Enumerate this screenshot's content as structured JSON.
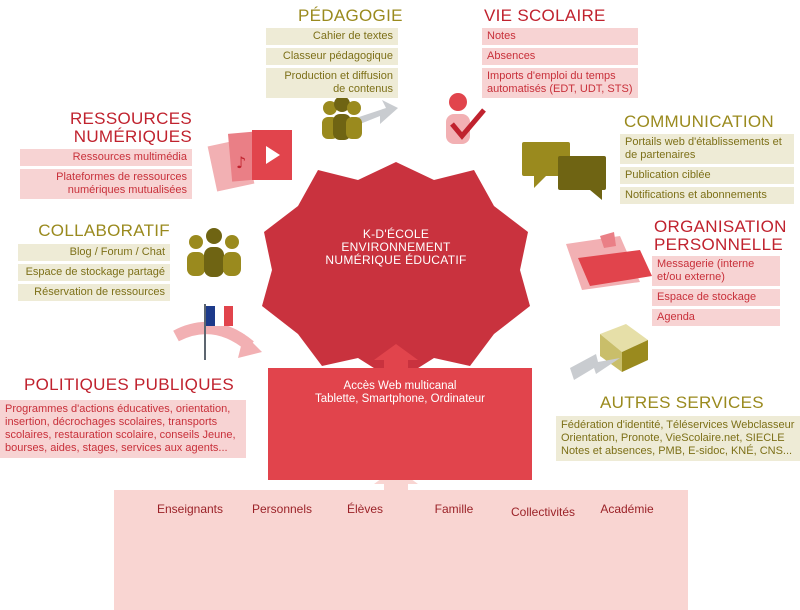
{
  "center": {
    "line1": "K-D'ÉCOLE",
    "line2": "ENVIRONNEMENT",
    "line3": "NUMÉRIQUE ÉDUCATIF"
  },
  "access": {
    "line1": "Accès Web multicanal",
    "line2": "Tablette, Smartphone, Ordinateur"
  },
  "pedagogie": {
    "title": "PÉDAGOGIE",
    "items": [
      "Cahier de textes",
      "Classeur pédagogique",
      "Production et diffusion de contenus"
    ]
  },
  "vie_scolaire": {
    "title": "VIE SCOLAIRE",
    "items": [
      "Notes",
      "Absences",
      "Imports d'emploi du temps automatisés (EDT, UDT, STS)"
    ]
  },
  "ressources": {
    "title_line1": "RESSOURCES",
    "title_line2": "NUMÉRIQUES",
    "items": [
      "Ressources multimédia",
      "Plateformes de ressources numériques mutualisées"
    ]
  },
  "communication": {
    "title": "COMMUNICATION",
    "items": [
      "Portails web d'établissements et de partenaires",
      "Publication ciblée",
      "Notifications et abonnements"
    ]
  },
  "collaboratif": {
    "title": "COLLABORATIF",
    "items": [
      "Blog / Forum / Chat",
      "Espace de stockage partagé",
      "Réservation de ressources"
    ]
  },
  "organisation": {
    "title_line1": "ORGANISATION",
    "title_line2": "PERSONNELLE",
    "items": [
      "Messagerie (interne et/ou externe)",
      "Espace de stockage",
      "Agenda"
    ]
  },
  "politiques": {
    "title": "POLITIQUES PUBLIQUES",
    "text": "Programmes d'actions éducatives, orientation, insertion, décrochages scolaires, transports scolaires, restauration scolaire, conseils Jeune, bourses, aides, stages, services aux agents..."
  },
  "autres": {
    "title": "AUTRES SERVICES",
    "text": "Fédération d'identité, Téléservices Webclasseur Orientation, Pronote, VieScolaire.net, SIECLE Notes et absences, PMB, E-sidoc, KNÉ, CNS..."
  },
  "actors": [
    "Enseignants",
    "Personnels",
    "Élèves",
    "Famille",
    "Collectivités",
    "Académie"
  ],
  "colors": {
    "red": "#c0222e",
    "center_red": "#c9323e",
    "olive": "#9a8a1e",
    "olive_bg": "#eeebd6",
    "pink_bg": "#f7d3d3",
    "panel": "#f9d5d2"
  }
}
